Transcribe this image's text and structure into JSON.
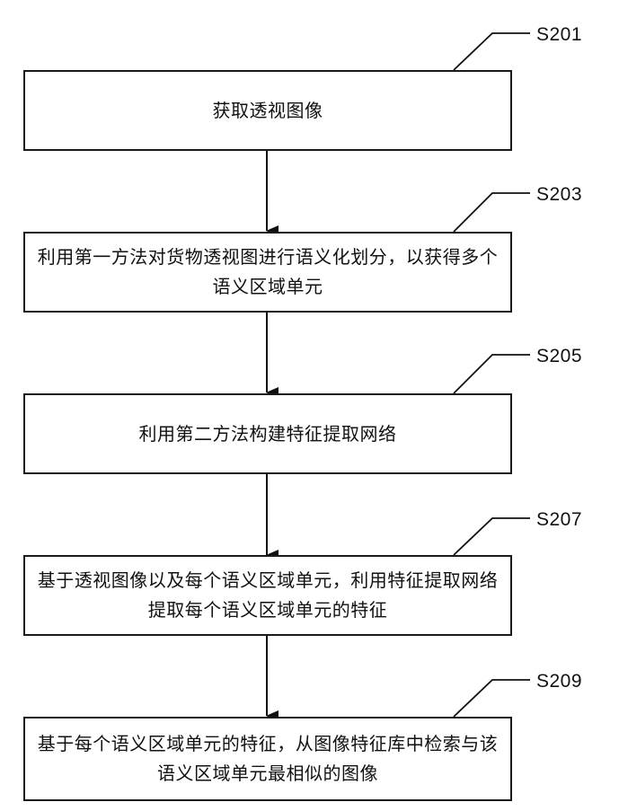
{
  "diagram": {
    "steps": [
      {
        "id": "S201",
        "text": "获取透视图像"
      },
      {
        "id": "S203",
        "text": "利用第一方法对货物透视图进行语义化划分，以获得多个语义区域单元"
      },
      {
        "id": "S205",
        "text": "利用第二方法构建特征提取网络"
      },
      {
        "id": "S207",
        "text": "基于透视图像以及每个语义区域单元，利用特征提取网络提取每个语义区域单元的特征"
      },
      {
        "id": "S209",
        "text": "基于每个语义区域单元的特征，从图像特征库中检索与该语义区域单元最相似的图像"
      }
    ]
  }
}
